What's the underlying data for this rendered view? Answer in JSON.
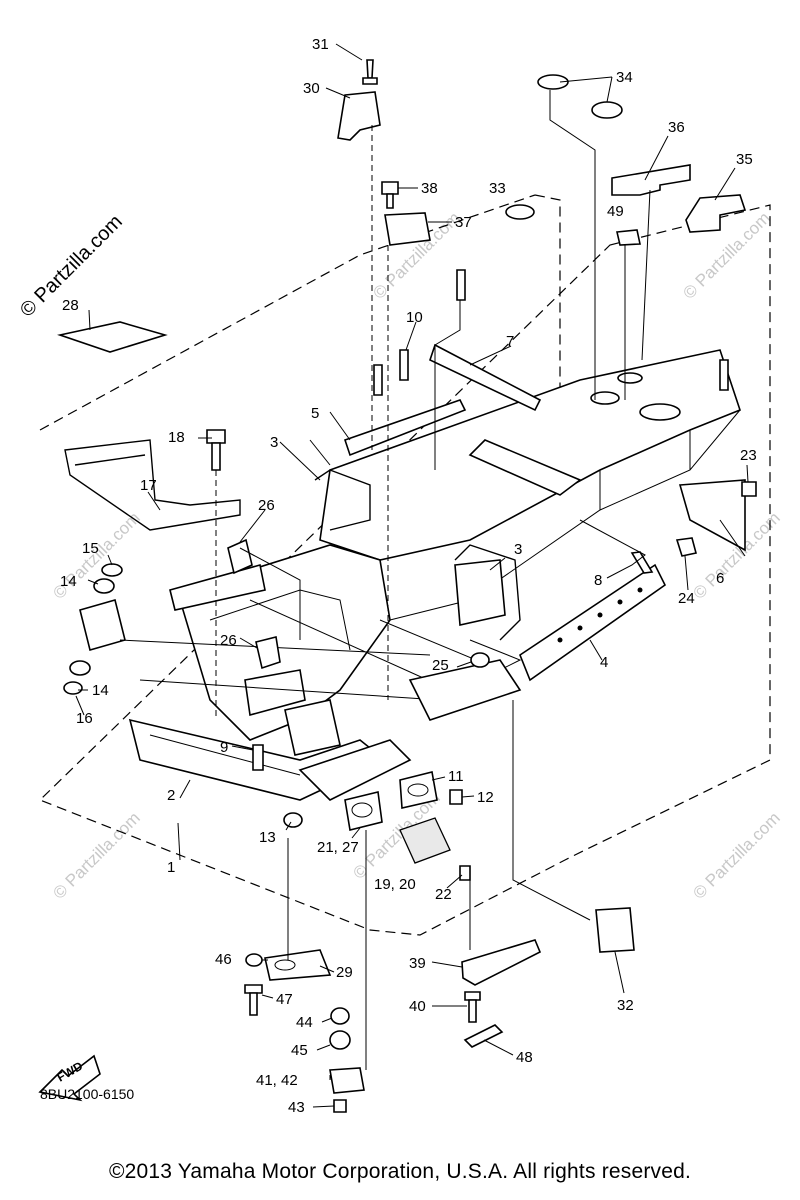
{
  "watermark": {
    "main": "© Partzilla.com",
    "repeat": "© Partzilla.com"
  },
  "diagram_code": "8BU2100-6150",
  "copyright": "©2013  Yamaha Motor Corporation, U.S.A. All rights reserved.",
  "fwd_label": "FWD",
  "callouts": {
    "c1": "1",
    "c2": "2",
    "c3a": "3",
    "c3b": "3",
    "c4": "4",
    "c5": "5",
    "c6": "6",
    "c7": "7",
    "c8": "8",
    "c9": "9",
    "c10": "10",
    "c11": "11",
    "c12": "12",
    "c13": "13",
    "c14a": "14",
    "c14b": "14",
    "c15": "15",
    "c16": "16",
    "c17": "17",
    "c18": "18",
    "c19": "19, 20",
    "c21": "21, 27",
    "c22": "22",
    "c23": "23",
    "c24": "24",
    "c25": "25",
    "c26a": "26",
    "c26b": "26",
    "c28": "28",
    "c29": "29",
    "c30": "30",
    "c31": "31",
    "c32": "32",
    "c33": "33",
    "c34": "34",
    "c35": "35",
    "c36": "36",
    "c37": "37",
    "c38": "38",
    "c39": "39",
    "c40": "40",
    "c41": "41, 42",
    "c43": "43",
    "c44": "44",
    "c45": "45",
    "c46": "46",
    "c47": "47",
    "c48": "48",
    "c49": "49"
  }
}
